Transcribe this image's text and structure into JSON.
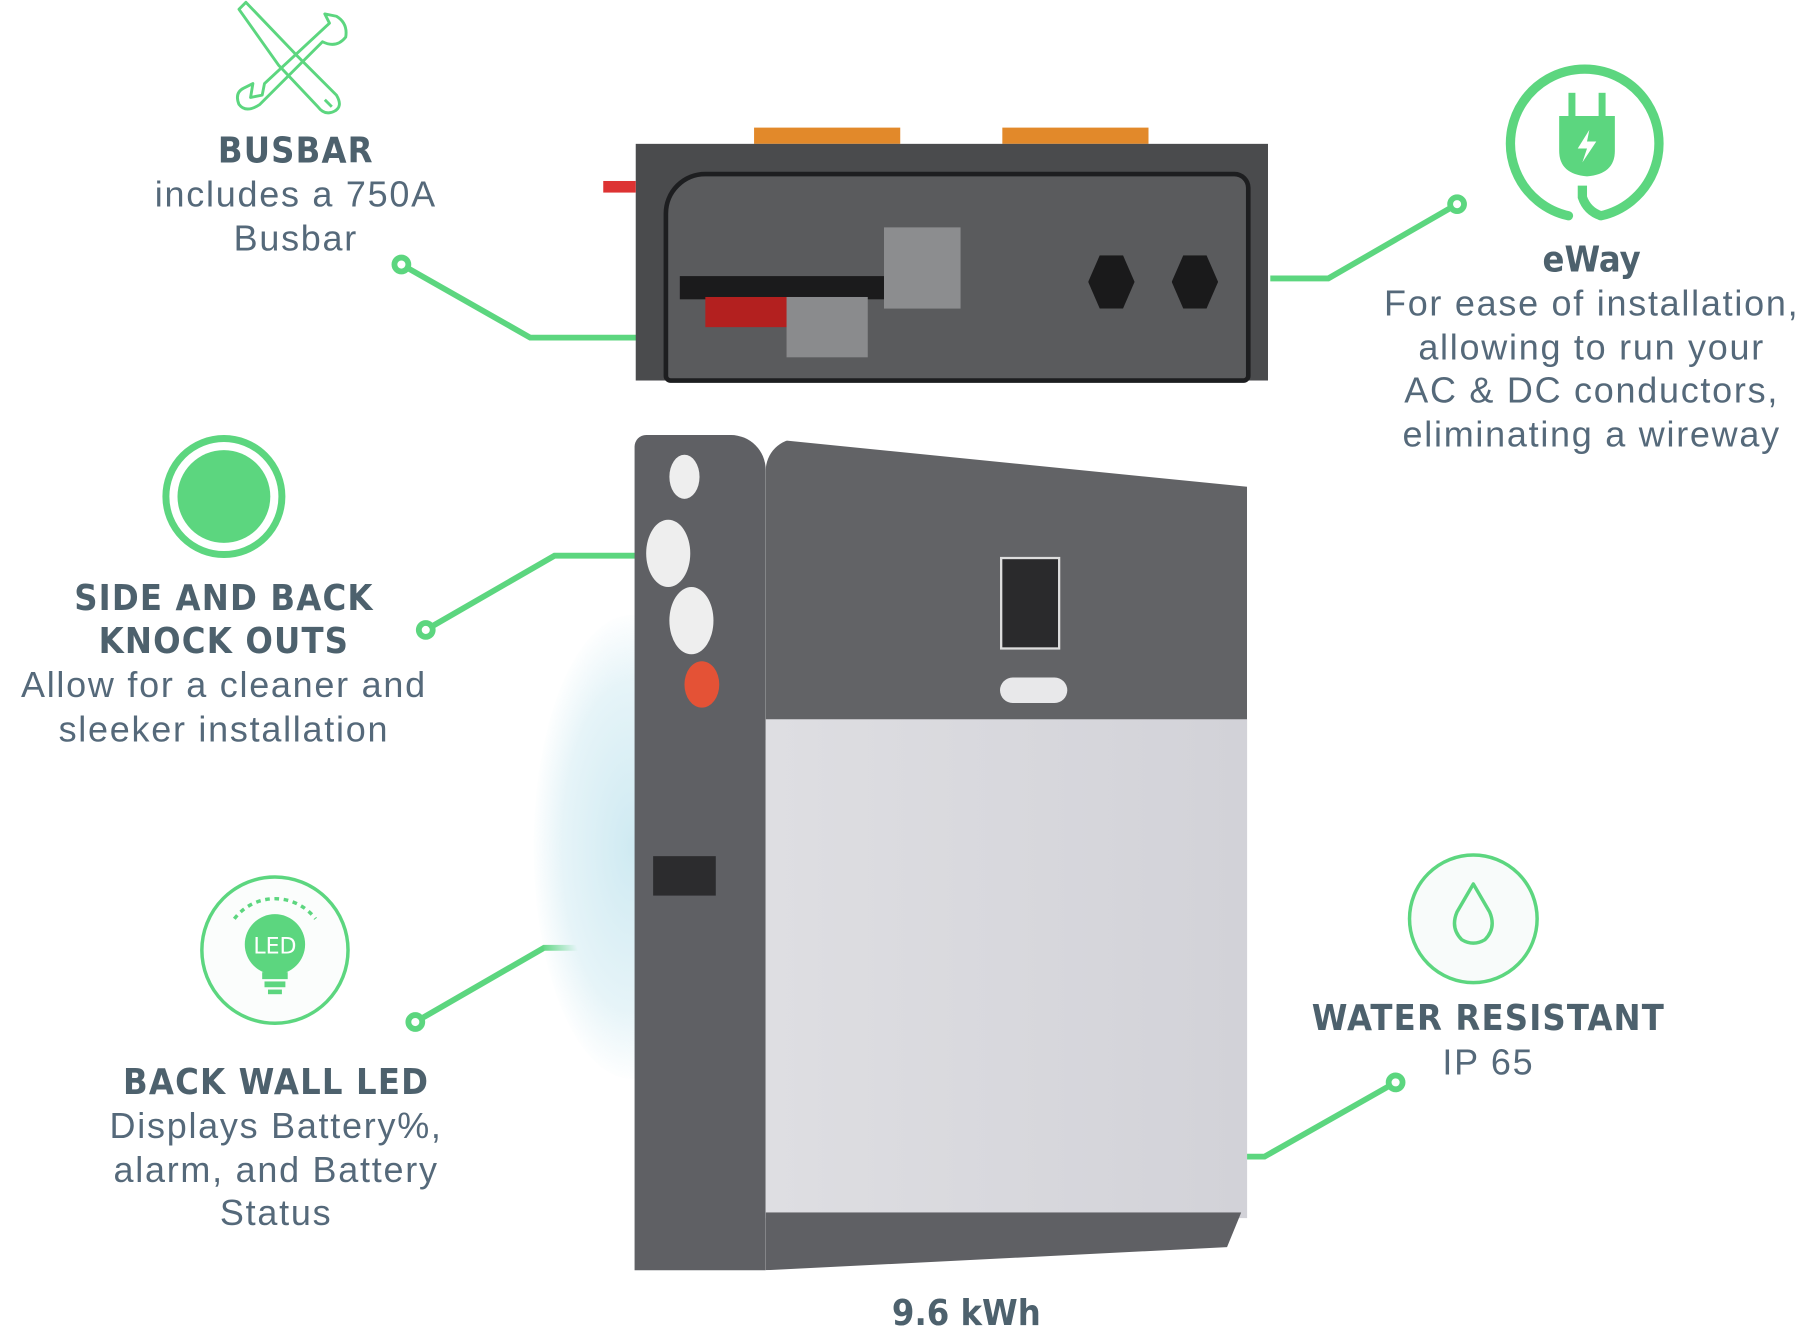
{
  "features": [
    {
      "id": "busbar",
      "title": "BUSBAR",
      "lines": [
        "includes a 750A",
        "Busbar"
      ],
      "icon": "wrench-screwdriver-icon"
    },
    {
      "id": "eway",
      "title": "eWay",
      "lines": [
        "For ease of installation,",
        "allowing to run your",
        "AC & DC conductors,",
        "eliminating a wireway"
      ],
      "icon": "plug-icon"
    },
    {
      "id": "knockouts",
      "title_lines": [
        "SIDE AND BACK",
        "KNOCK OUTS"
      ],
      "lines": [
        "Allow for a cleaner and",
        "sleeker installation"
      ],
      "icon": "circle-icon"
    },
    {
      "id": "led",
      "title": "BACK WALL LED",
      "lines": [
        "Displays Battery%,",
        "alarm, and Battery",
        "Status"
      ],
      "icon": "led-bulb-icon",
      "icon_text": "LED"
    },
    {
      "id": "water",
      "title": "WATER RESISTANT",
      "lines": [
        "IP 65"
      ],
      "icon": "water-drop-icon"
    }
  ],
  "capacity_label": "9.6 kWh",
  "colors": {
    "accent": "#5cd67f",
    "text": "#4d616d",
    "panel_dark": "#5e5f62",
    "panel_light": "#d9d9dd"
  }
}
